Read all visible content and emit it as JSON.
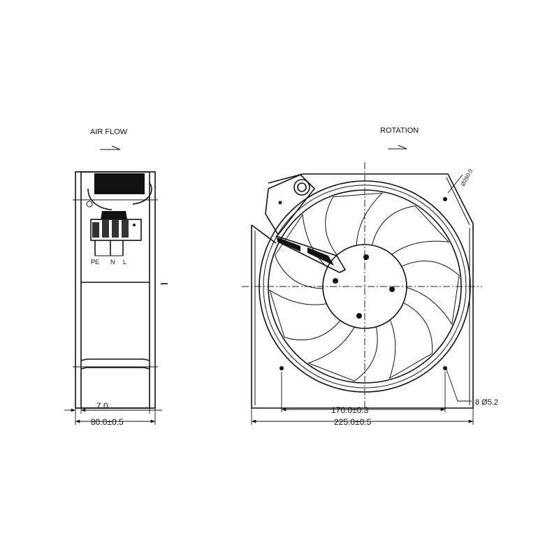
{
  "side_view": {
    "title": "AIR FLOW",
    "terminal_labels": [
      "PE",
      "N",
      "L"
    ],
    "dim_inner": "7.0",
    "dim_depth": "80.0±0.5"
  },
  "front_view": {
    "title": "ROTATION",
    "dim_diameter": "Ø260.0",
    "dim_hole_spacing": "170.0±0.3",
    "dim_width": "225.0±0.5",
    "dim_holes": "8 Ø5.2"
  }
}
